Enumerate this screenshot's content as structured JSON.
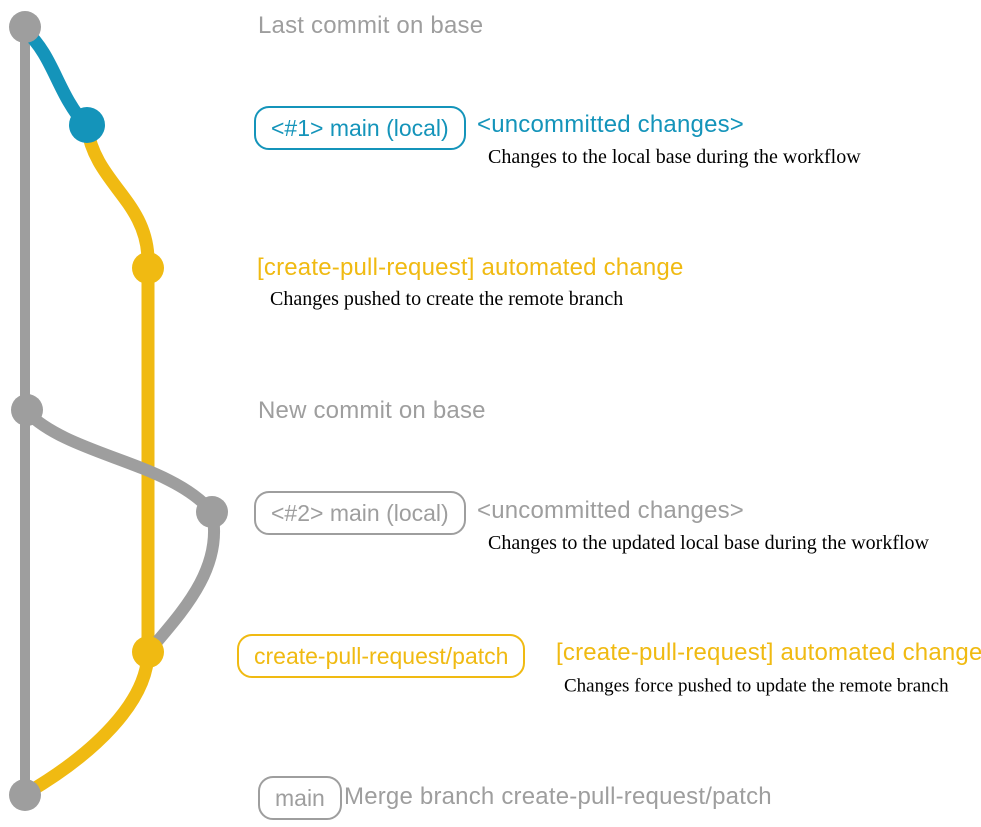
{
  "colors": {
    "gray": "#9e9e9e",
    "blue": "#1494ba",
    "yellow": "#f0ba12",
    "ink": "#000000",
    "background": "#ffffff"
  },
  "rows": {
    "last_commit": {
      "title": "Last commit on base"
    },
    "pr1": {
      "badge": "<#1> main (local)",
      "title": "<uncommitted changes>",
      "caption": "Changes to the local base during the workflow"
    },
    "push1": {
      "title": "[create-pull-request] automated change",
      "caption": "Changes pushed to create the remote branch"
    },
    "new_commit": {
      "title": "New commit on base"
    },
    "pr2": {
      "badge": "<#2> main (local)",
      "title": "<uncommitted changes>",
      "caption": "Changes to the updated local base during the workflow"
    },
    "push2": {
      "badge": "create-pull-request/patch",
      "title": "[create-pull-request] automated change",
      "caption": "Changes force pushed to update the remote branch"
    },
    "merge": {
      "badge": "main",
      "title": "Merge branch create-pull-request/patch"
    }
  }
}
